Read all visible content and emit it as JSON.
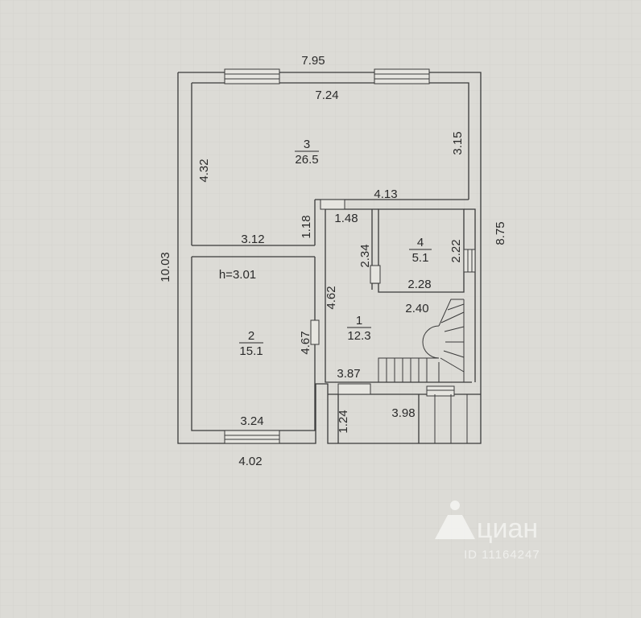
{
  "plan": {
    "outer_width_top": "7.95",
    "inner_width_top": "7.24",
    "outer_height_left": "10.03",
    "outer_height_right": "8.75",
    "wall_room3_left": "4.32",
    "wall_room3_right": "3.15",
    "partition_top": "4.13",
    "partition_height": "1.18",
    "wall_room2_top": "3.12",
    "bottom_outer": "4.02",
    "bottom_inner": "3.24",
    "ceiling_height": "h=3.01",
    "corridor_top": "1.48",
    "corridor_height": "4.62",
    "room2_right_height": "4.67",
    "corridor_bottom": "3.87",
    "room4_left": "2.34",
    "room4_right": "2.22",
    "room4_bottom": "2.28",
    "stair_width": "2.40",
    "porch_height": "1.24",
    "porch_width": "3.98"
  },
  "rooms": [
    {
      "number": "3",
      "area": "26.5"
    },
    {
      "number": "2",
      "area": "15.1"
    },
    {
      "number": "1",
      "area": "12.3"
    },
    {
      "number": "4",
      "area": "5.1"
    }
  ],
  "watermark": {
    "brand": "циан",
    "listing_id": "ID 11164247"
  },
  "colors": {
    "paper": "#d9d8d3",
    "ink": "#2a2a2a",
    "watermark": "#f4f4f2"
  }
}
